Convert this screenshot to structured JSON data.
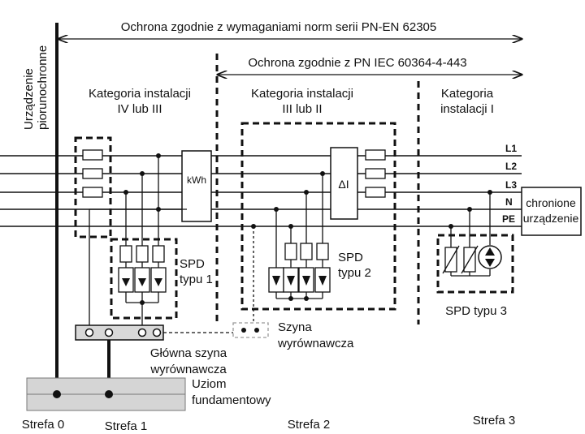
{
  "header": {
    "protection_62305": "Ochrona zgodnie z wymaganiami norm serii PN-EN 62305",
    "protection_60364": "Ochrona zgodnie z PN IEC 60364-4-443"
  },
  "lightning_device": {
    "line1": "Urządzenie",
    "line2": "piorunochronne"
  },
  "categories": {
    "cat_iv_iii": {
      "line1": "Kategoria instalacji",
      "line2": "IV lub III"
    },
    "cat_iii_ii": {
      "line1": "Kategoria instalacji",
      "line2": "III lub II"
    },
    "cat_i": {
      "line1": "Kategoria",
      "line2": "instalacji I"
    }
  },
  "conductors": [
    "L1",
    "L2",
    "L3",
    "N",
    "PE"
  ],
  "meter_label": "kWh",
  "rcd_label": "ΔI",
  "protected_device": {
    "line1": "chronione",
    "line2": "urządzenie"
  },
  "spd": {
    "type1": {
      "line1": "SPD",
      "line2": "typu 1"
    },
    "type2": {
      "line1": "SPD",
      "line2": "typu 2"
    },
    "type3": "SPD typu 3"
  },
  "busbar_local": {
    "line1": "Szyna",
    "line2": "wyrównawcza"
  },
  "busbar_main": {
    "line1": "Główna szyna",
    "line2": "wyrównawcza"
  },
  "earthing": {
    "line1": "Uziom",
    "line2": "fundamentowy"
  },
  "zones": [
    "Strefa 0",
    "Strefa 1",
    "Strefa 2",
    "Strefa 3"
  ]
}
